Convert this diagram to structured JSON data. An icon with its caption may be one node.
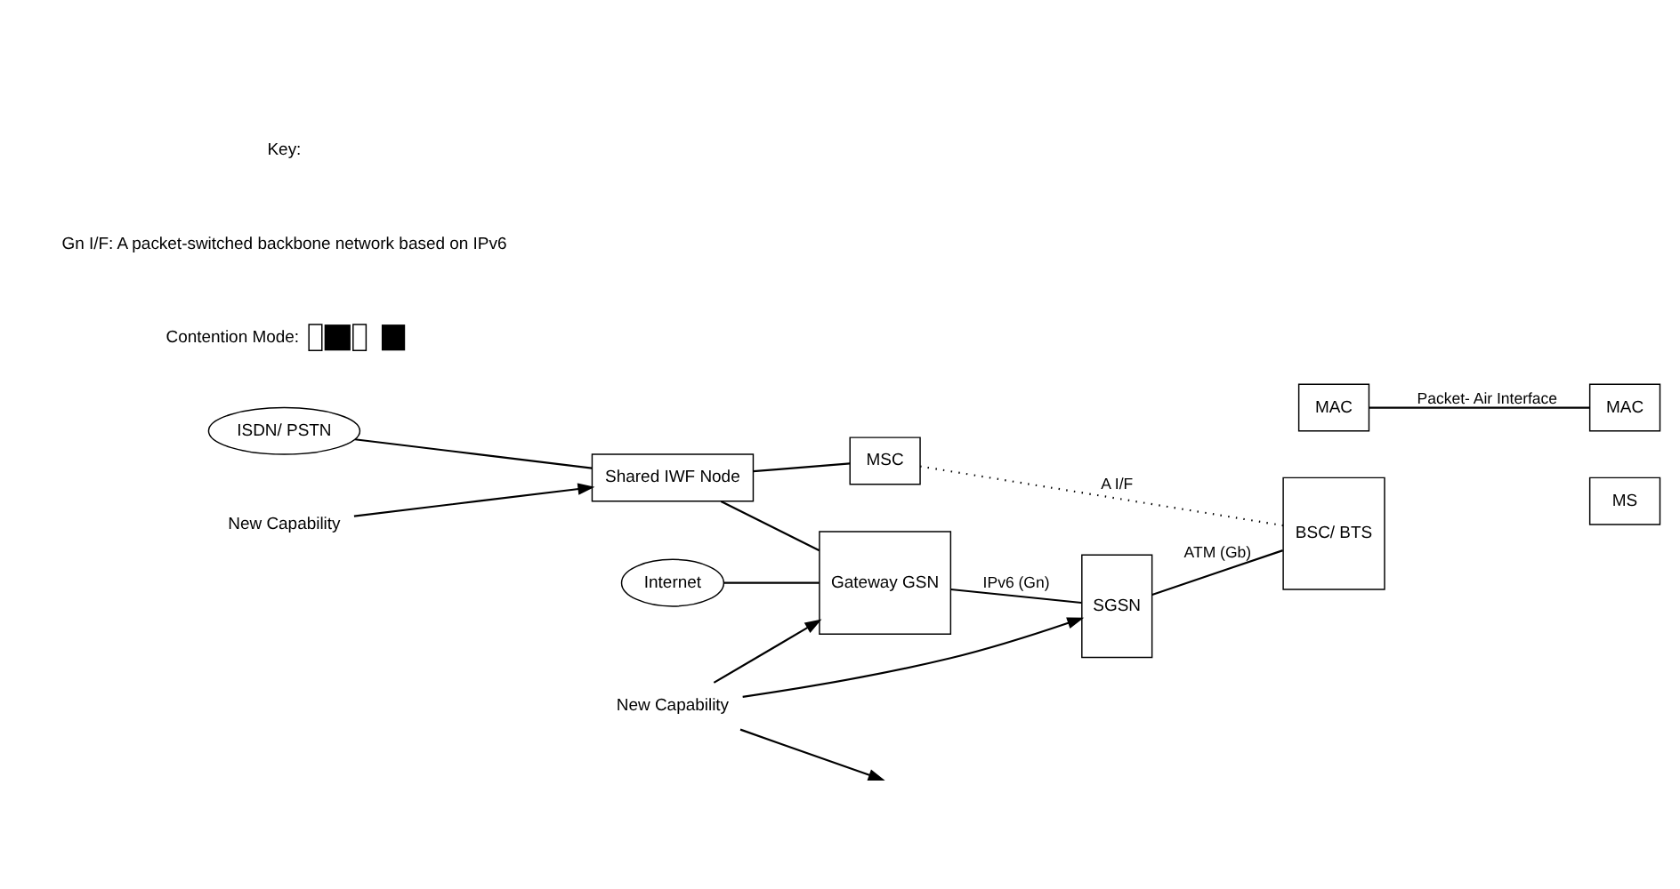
{
  "diagram": {
    "nodes": [
      {
        "text": [
          "ISDN/ PSTN"
        ]
      },
      {
        "text": [
          "MSC"
        ]
      },
      {
        "text": [
          "Shared IWF Node"
        ]
      },
      {
        "text": [
          "New Capability"
        ]
      },
      {
        "text": [
          "Internet"
        ]
      },
      {
        "text": [
          "Gateway GSN"
        ]
      },
      {
        "text": [
          "SGSN"
        ]
      },
      {
        "text": [
          "BSC/ BTS"
        ]
      },
      {
        "text": [
          "MS"
        ]
      },
      {
        "text": [
          "MAC"
        ]
      },
      {
        "text": [
          "MAC"
        ]
      },
      {
        "text": [
          "New Capability"
        ]
      }
    ],
    "edges": [
      {
        "from": 0,
        "to": 2,
        "arrow": "none"
      },
      {
        "from": 2,
        "to": 1,
        "arrow": "none"
      },
      {
        "from": 1,
        "to": 7,
        "arrow": "none",
        "style": "dashed",
        "label": "A I/F"
      },
      {
        "from": 3,
        "to": 2,
        "arrow": "to"
      },
      {
        "from": 2,
        "to": 5,
        "arrow": "none"
      },
      {
        "from": 4,
        "to": 5,
        "arrow": "none"
      },
      {
        "from": 5,
        "to": 6,
        "arrow": "none",
        "label": "IPv6 (Gn)"
      },
      {
        "from": 6,
        "to": 7,
        "arrow": "none",
        "label": "ATM (Gb)"
      },
      {
        "from": 9,
        "to": 10,
        "arrow": "none",
        "label": "Packet- Air Interface"
      },
      {
        "from": 11,
        "to": 5,
        "arrow": "to"
      },
      {
        "from": 11,
        "to": 6,
        "arrow": "to"
      },
      {
        "from": 11,
        "to": null,
        "arrow": "to"
      }
    ],
    "labels": [
      "Key:",
      "Gn I/F: A packet-switched backbone network based on IPv6"
    ],
    "legend": [
      {
        "text": "Contention Mode:"
      }
    ]
  }
}
